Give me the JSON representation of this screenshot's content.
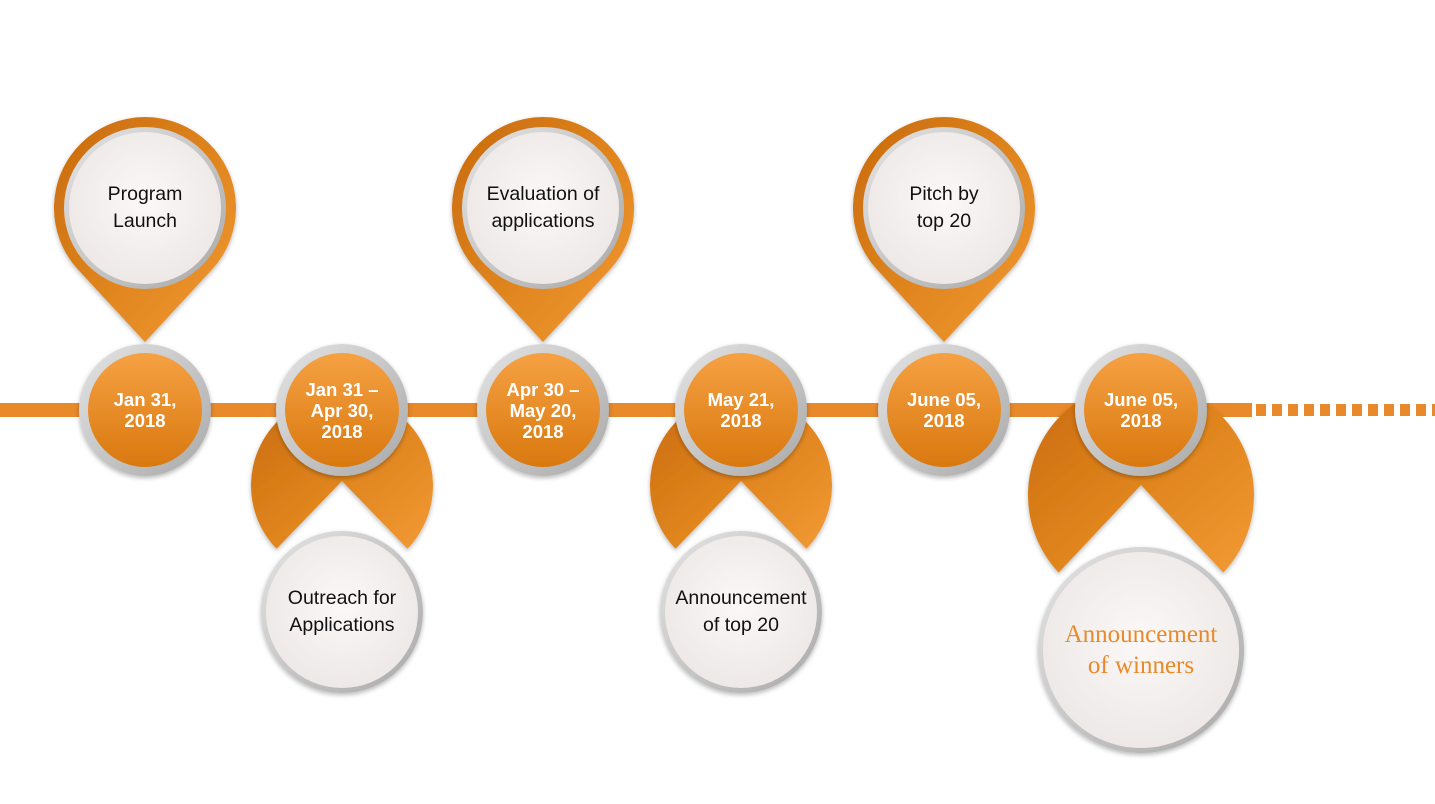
{
  "colors": {
    "accent": "#e8892a",
    "accent_dark": "#c46a10",
    "ring": "#c9c9c9",
    "bubble_fill": "#f6f3f2",
    "milestone_text": "#111111",
    "date_text": "#ffffff"
  },
  "events": [
    {
      "date": "Jan 31,\n2018",
      "milestone": "Program\nLaunch",
      "placement": "above"
    },
    {
      "date": "Jan 31 –\nApr 30,\n2018",
      "milestone": "Outreach for\nApplications",
      "placement": "below"
    },
    {
      "date": "Apr 30 –\nMay 20,\n2018",
      "milestone": "Evaluation of\napplications",
      "placement": "above"
    },
    {
      "date": "May 21,\n2018",
      "milestone": "Announcement\nof top 20",
      "placement": "below"
    },
    {
      "date": "June 05,\n2018",
      "milestone": "Pitch by\ntop 20",
      "placement": "above"
    },
    {
      "date": "June 05,\n2018",
      "milestone": "Announcement\nof winners",
      "placement": "below",
      "emphasis": true
    }
  ]
}
